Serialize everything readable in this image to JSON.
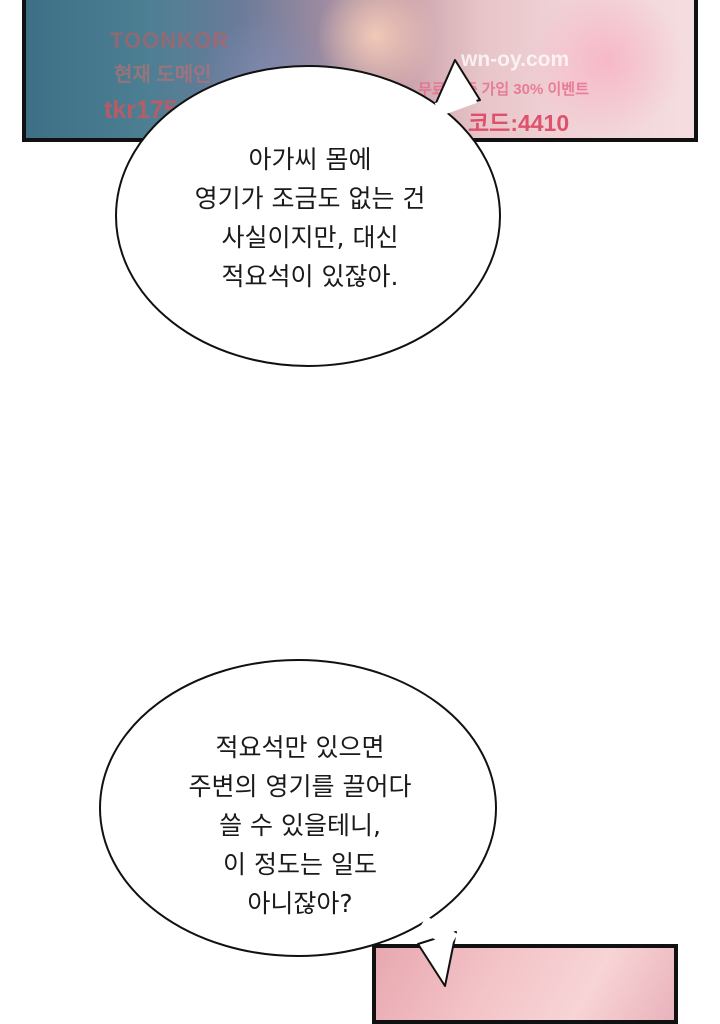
{
  "watermarks": {
    "toonkor": "TOONKOR",
    "domain_label": "현재 도메인",
    "url": "tkr175.com",
    "site": "wn-oy.com",
    "promo": "무료 보증 가입 30% 이벤트",
    "code": "코드:4410"
  },
  "bubble_1": {
    "lines": [
      "아가씨 몸에",
      "영기가 조금도 없는 건",
      "사실이지만, 대신",
      "적요석이 있잖아."
    ]
  },
  "bubble_2": {
    "lines": [
      "적요석만 있으면",
      "주변의 영기를 끌어다",
      "쓸 수 있을테니,",
      "이 정도는 일도",
      "아니잖아?"
    ]
  }
}
